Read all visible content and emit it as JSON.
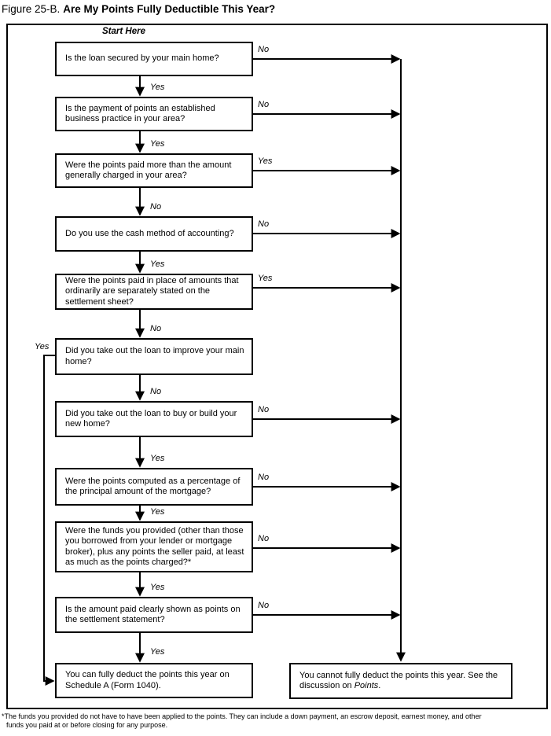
{
  "title": {
    "prefix": "Figure 25-B.",
    "main": "Are My Points Fully Deductible This Year?"
  },
  "flowchart": {
    "start_label": "Start Here",
    "questions": [
      {
        "text": "Is the loan secured by your main home?",
        "down_label": "Yes",
        "side_label": "No"
      },
      {
        "text": "Is the payment of points an established business practice in your area?",
        "down_label": "Yes",
        "side_label": "No"
      },
      {
        "text": "Were the points paid more than the amount generally charged in your area?",
        "down_label": "No",
        "side_label": "Yes"
      },
      {
        "text": "Do you use the cash method of accounting?",
        "down_label": "Yes",
        "side_label": "No"
      },
      {
        "text": "Were the points paid in place of amounts that ordinarily are separately stated on the settlement sheet?",
        "down_label": "No",
        "side_label": "Yes"
      },
      {
        "text": "Did you take out the loan to improve your main home?",
        "down_label": "No",
        "side_label": "Yes"
      },
      {
        "text": "Did you take out the loan to buy or build your new home?",
        "down_label": "Yes",
        "side_label": "No"
      },
      {
        "text": "Were the points computed as a percentage of the principal amount of the mortgage?",
        "down_label": "Yes",
        "side_label": "No"
      },
      {
        "text": "Were the funds you provided (other than those you borrowed from your lender or mortgage broker), plus any points the seller paid, at least as much as the points charged?*",
        "down_label": "Yes",
        "side_label": "No"
      },
      {
        "text": "Is the amount paid clearly shown as points on the settlement statement?",
        "down_label": "Yes",
        "side_label": "No"
      }
    ],
    "result_yes": {
      "text": "You can fully deduct the points this year on Schedule A (Form 1040)."
    },
    "result_no": {
      "before": "You cannot fully deduct the points this year. See the discussion on ",
      "italic": "Points",
      "after": "."
    }
  },
  "footnote": {
    "line1": "*The funds you provided do not have to have been applied to the points. They can include a down payment, an escrow deposit, earnest money, and other",
    "line2": "funds you paid at or before closing for any purpose."
  },
  "colors": {
    "line": "#000000",
    "background": "#ffffff"
  }
}
